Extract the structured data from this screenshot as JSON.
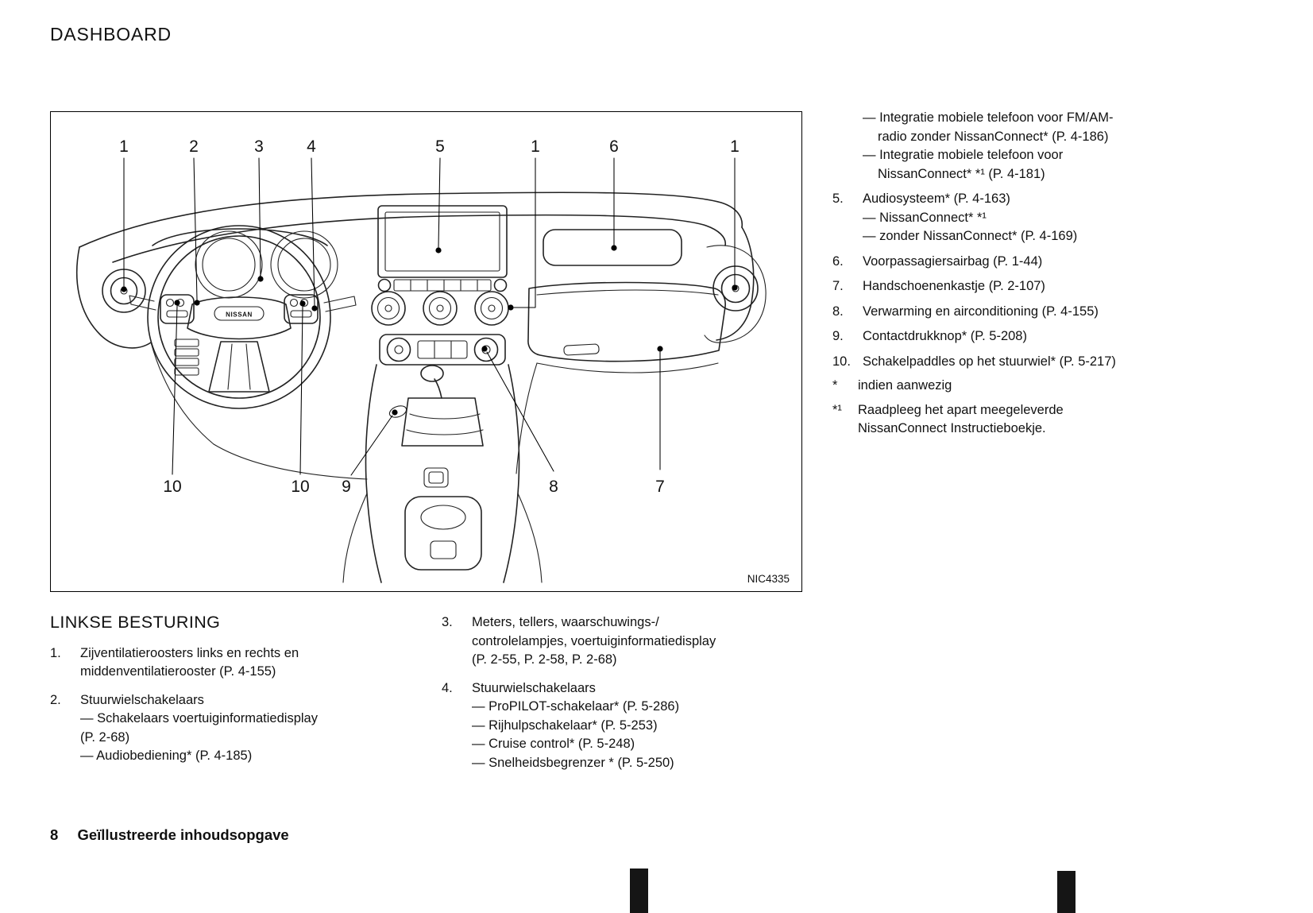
{
  "page": {
    "title": "DASHBOARD"
  },
  "footer": {
    "page_number": "8",
    "title": "Geïllustreerde inhoudsopgave"
  },
  "figure": {
    "code": "NIC4335",
    "brand_label": "NISSAN",
    "callouts": {
      "top": [
        "1",
        "2",
        "3",
        "4",
        "5",
        "1",
        "6",
        "1"
      ],
      "bottom": [
        "10",
        "10",
        "9",
        "8",
        "7"
      ]
    }
  },
  "right_section": {
    "intro": [
      "— Integratie mobiele telefoon voor FM/AM-\nradio zonder NissanConnect* (P. 4-186)",
      "— Integratie mobiele telefoon voor\nNissanConnect* *¹ (P. 4-181)"
    ],
    "items": [
      {
        "marker": "5.",
        "text": "Audiosysteem* (P. 4-163)\n— NissanConnect* *¹\n— zonder NissanConnect* (P. 4-169)"
      },
      {
        "marker": "6.",
        "text": "Voorpassagiersairbag (P. 1-44)"
      },
      {
        "marker": "7.",
        "text": "Handschoenenkastje (P. 2-107)"
      },
      {
        "marker": "8.",
        "text": "Verwarming en airconditioning (P. 4-155)"
      },
      {
        "marker": "9.",
        "text": "Contactdrukknop* (P. 5-208)"
      },
      {
        "marker": "10.",
        "text": "Schakelpaddles op het stuurwiel* (P. 5-217)"
      }
    ],
    "footnotes": [
      {
        "marker": "*",
        "text": "indien aanwezig"
      },
      {
        "marker": "*¹",
        "text": "Raadpleeg het apart meegeleverde\nNissanConnect Instructieboekje."
      }
    ]
  },
  "left_section": {
    "heading": "LINKSE BESTURING",
    "items": [
      {
        "marker": "1.",
        "text": "Zijventilatieroosters links en rechts en\nmiddenventilatierooster (P. 4-155)"
      },
      {
        "marker": "2.",
        "text": "Stuurwielschakelaars\n— Schakelaars voertuiginformatiedisplay\n(P. 2-68)\n— Audiobediening* (P. 4-185)"
      }
    ]
  },
  "middle_section": {
    "items": [
      {
        "marker": "3.",
        "text": "Meters, tellers, waarschuwings-/\ncontrolelampjes, voertuiginformatiedisplay\n(P. 2-55, P. 2-58, P. 2-68)"
      },
      {
        "marker": "4.",
        "text": "Stuurwielschakelaars\n— ProPILOT-schakelaar* (P. 5-286)\n— Rijhulpschakelaar* (P. 5-253)\n— Cruise control* (P. 5-248)\n— Snelheidsbegrenzer * (P. 5-250)"
      }
    ]
  }
}
